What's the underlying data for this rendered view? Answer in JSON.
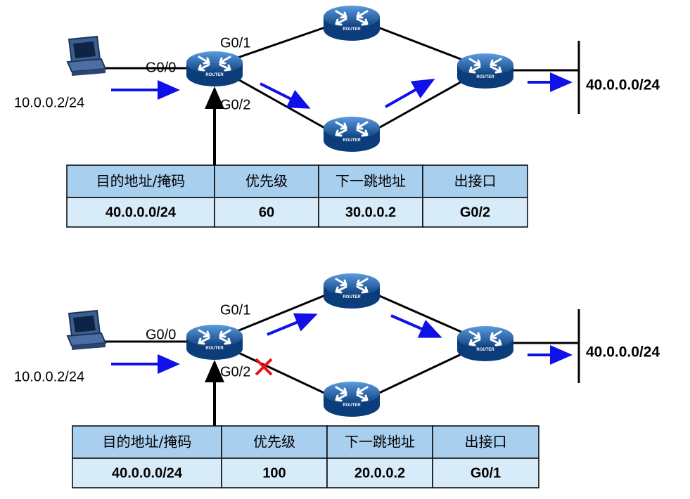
{
  "scenarios": [
    {
      "host_ip": "10.0.0.2/24",
      "destination": "40.0.0.0/24",
      "interfaces": {
        "g0": "G0/0",
        "g1": "G0/1",
        "g2": "G0/2"
      },
      "table": {
        "headers": [
          "目的地址/掩码",
          "优先级",
          "下一跳地址",
          "出接口"
        ],
        "row": [
          "40.0.0.0/24",
          "60",
          "30.0.0.2",
          "G0/2"
        ]
      },
      "active_path": "G0/2",
      "link_failed": false
    },
    {
      "host_ip": "10.0.0.2/24",
      "destination": "40.0.0.0/24",
      "interfaces": {
        "g0": "G0/0",
        "g1": "G0/1",
        "g2": "G0/2"
      },
      "table": {
        "headers": [
          "目的地址/掩码",
          "优先级",
          "下一跳地址",
          "出接口"
        ],
        "row": [
          "40.0.0.0/24",
          "100",
          "20.0.0.2",
          "G0/1"
        ]
      },
      "active_path": "G0/1",
      "link_failed": true
    }
  ],
  "router_caption": "ROUTER",
  "colors": {
    "router_dark": "#0b3d7a",
    "router_light": "#3f83c9",
    "arrow_blue": "#1010e8",
    "table_header_bg": "#a9cfef",
    "table_row_bg": "#d8ebf8",
    "fail_mark": "#e8141c",
    "pc_body": "#2f4f7f"
  }
}
